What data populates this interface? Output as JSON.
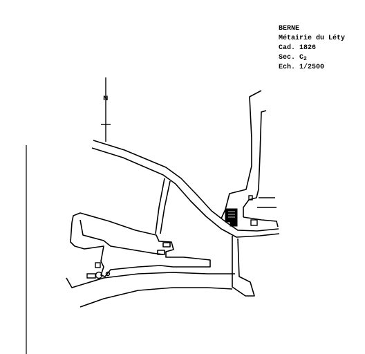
{
  "legend": {
    "commune": "BERNE",
    "locality": "Métairie du Léty",
    "cadastre": "Cad. 1826",
    "section_prefix": "Sec. C",
    "section_sub": "2",
    "scale_prefix": "Ech. ",
    "scale_value": "1/2500"
  },
  "north_arrow": {
    "label": "N"
  },
  "colors": {
    "ink": "#000000",
    "paper": "#ffffff"
  }
}
